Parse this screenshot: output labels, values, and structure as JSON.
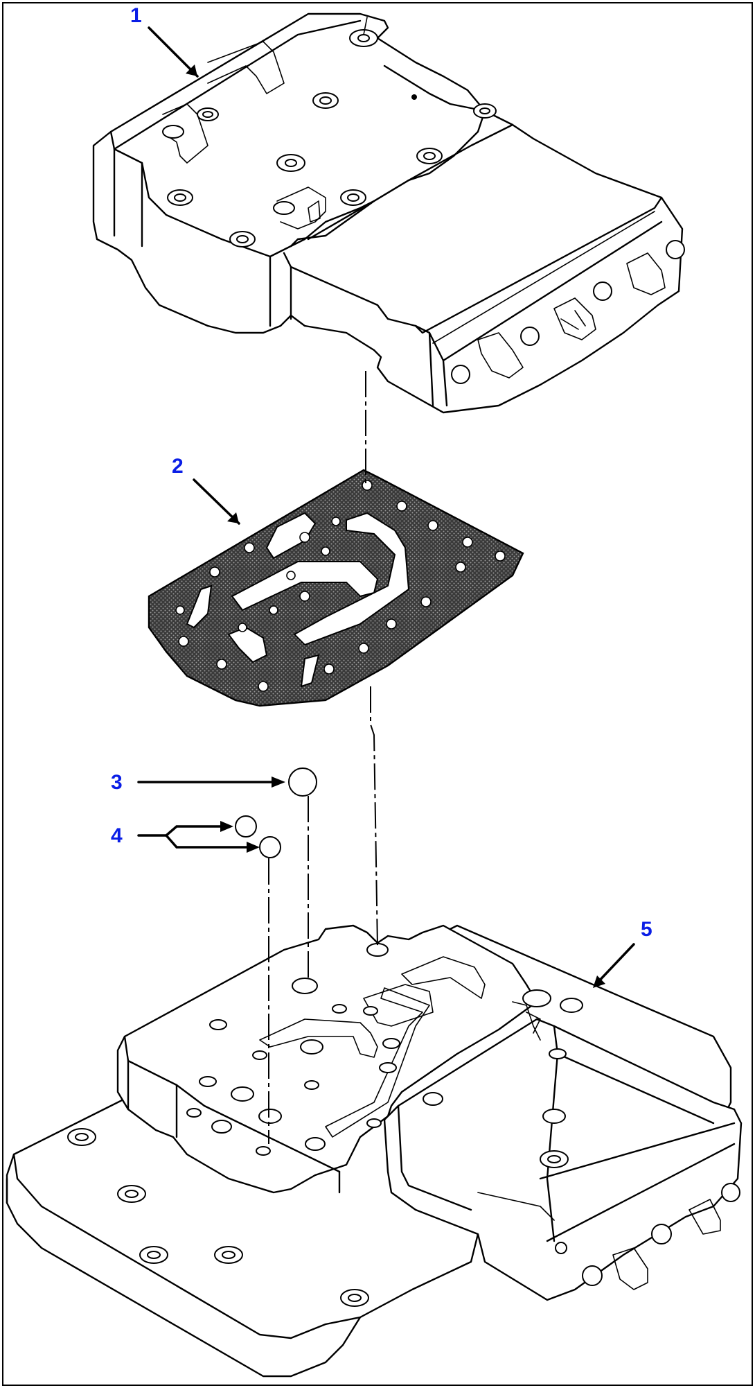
{
  "callouts": [
    {
      "id": "1",
      "label": "1"
    },
    {
      "id": "2",
      "label": "2"
    },
    {
      "id": "3",
      "label": "3"
    },
    {
      "id": "4",
      "label": "4"
    },
    {
      "id": "5",
      "label": "5"
    }
  ],
  "colors": {
    "callout_text": "#0a1ee6",
    "line": "#000000",
    "background": "#ffffff",
    "gasket_fill": "#4a4a4a"
  }
}
